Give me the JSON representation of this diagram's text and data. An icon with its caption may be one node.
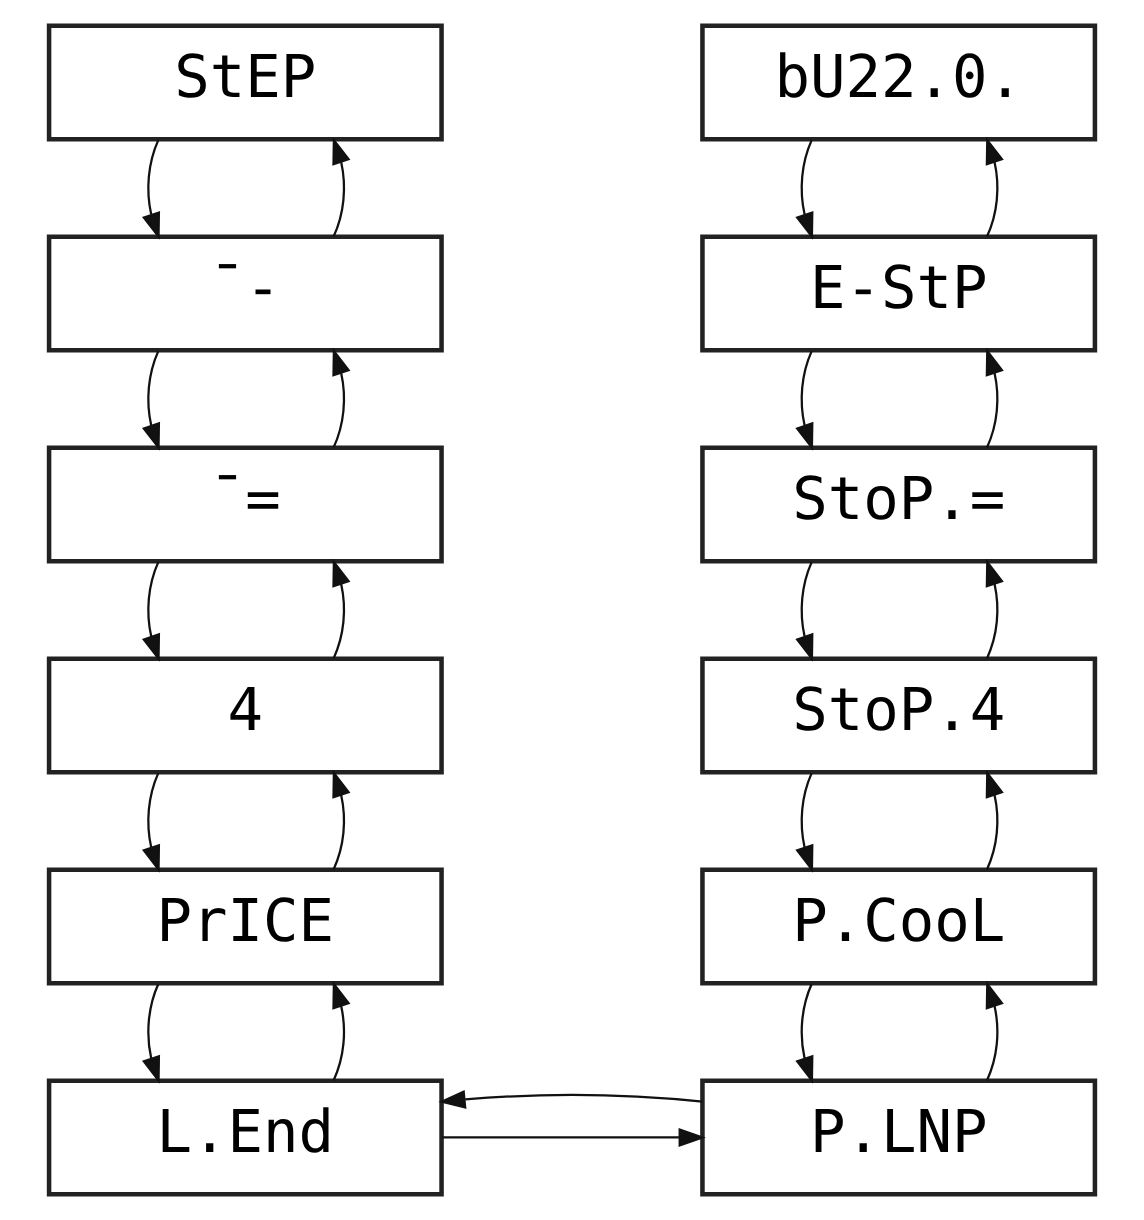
{
  "diagram": {
    "nodes": [
      {
        "text": [
          "StEP"
        ]
      },
      {
        "text": [
          "¯-"
        ]
      },
      {
        "text": [
          "¯="
        ]
      },
      {
        "text": [
          "4"
        ]
      },
      {
        "text": [
          "PrICE"
        ]
      },
      {
        "text": [
          "L.End"
        ]
      },
      {
        "text": [
          "bU22.0."
        ]
      },
      {
        "text": [
          "E-StP"
        ]
      },
      {
        "text": [
          "StoP.="
        ]
      },
      {
        "text": [
          "StoP.4"
        ]
      },
      {
        "text": [
          "P.CooL"
        ]
      },
      {
        "text": [
          "P.LNP"
        ]
      }
    ],
    "edges": [
      {
        "from": 0,
        "to": 1,
        "arrow": "to"
      },
      {
        "from": 1,
        "to": 0,
        "arrow": "to"
      },
      {
        "from": 1,
        "to": 2,
        "arrow": "to"
      },
      {
        "from": 2,
        "to": 1,
        "arrow": "to"
      },
      {
        "from": 2,
        "to": 3,
        "arrow": "to"
      },
      {
        "from": 3,
        "to": 2,
        "arrow": "to"
      },
      {
        "from": 3,
        "to": 4,
        "arrow": "to"
      },
      {
        "from": 4,
        "to": 3,
        "arrow": "to"
      },
      {
        "from": 4,
        "to": 5,
        "arrow": "to"
      },
      {
        "from": 5,
        "to": 4,
        "arrow": "to"
      },
      {
        "from": 6,
        "to": 7,
        "arrow": "to"
      },
      {
        "from": 7,
        "to": 6,
        "arrow": "to"
      },
      {
        "from": 7,
        "to": 8,
        "arrow": "to"
      },
      {
        "from": 8,
        "to": 7,
        "arrow": "to"
      },
      {
        "from": 8,
        "to": 9,
        "arrow": "to"
      },
      {
        "from": 9,
        "to": 8,
        "arrow": "to"
      },
      {
        "from": 9,
        "to": 10,
        "arrow": "to"
      },
      {
        "from": 10,
        "to": 9,
        "arrow": "to"
      },
      {
        "from": 10,
        "to": 11,
        "arrow": "to"
      },
      {
        "from": 11,
        "to": 10,
        "arrow": "to"
      },
      {
        "from": 5,
        "to": 11,
        "arrow": "to"
      },
      {
        "from": 11,
        "to": 5,
        "arrow": "to"
      }
    ]
  }
}
